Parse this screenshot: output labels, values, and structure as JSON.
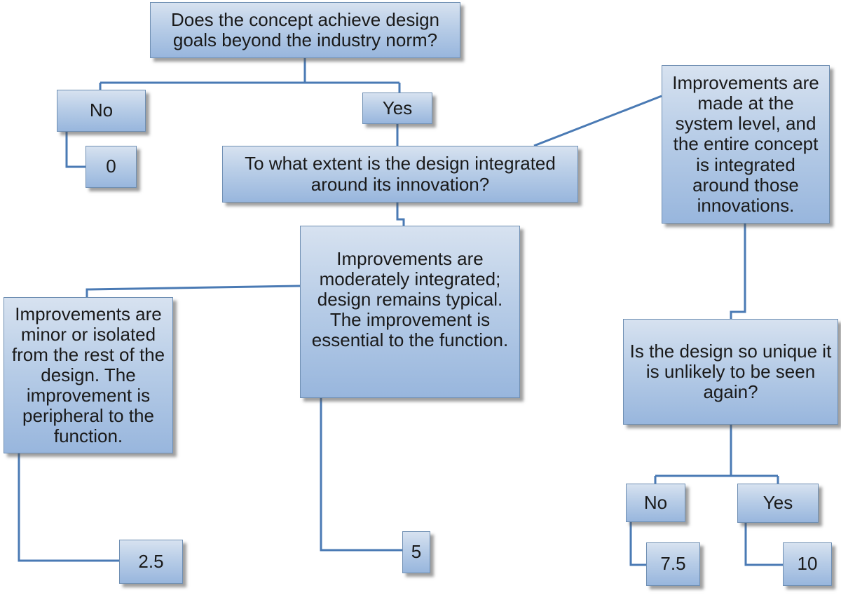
{
  "colors": {
    "connector": "#4a7ab4",
    "box_fill_top": "#d7e2f0",
    "box_fill_bottom": "#98b6dd",
    "box_border": "#6f8fb3"
  },
  "nodes": {
    "q1": "Does the concept achieve design goals beyond the industry norm?",
    "no_1": "No",
    "score_0": "0",
    "yes_1": "Yes",
    "q2": "To what extent is the design integrated around its innovation?",
    "system_level": "Improvements are made at the system level, and the entire concept is integrated around those innovations.",
    "moderate": "Improvements are moderately integrated; design remains typical. The improvement is essential to the function.",
    "minor": "Improvements are minor or isolated from the rest of the design. The improvement is peripheral to the function.",
    "q3": "Is the design so unique it is unlikely to be seen again?",
    "no_2": "No",
    "yes_2": "Yes",
    "score_2_5": "2.5",
    "score_5": "5",
    "score_7_5": "7.5",
    "score_10": "10"
  }
}
